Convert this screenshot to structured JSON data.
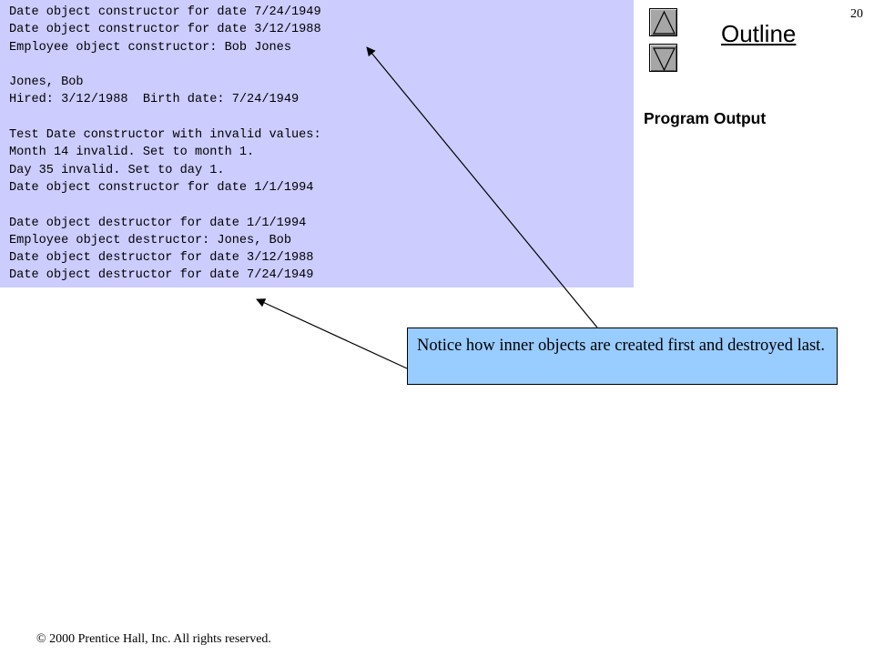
{
  "code_output": {
    "lines": [
      "Date object constructor for date 7/24/1949",
      "Date object constructor for date 3/12/1988",
      "Employee object constructor: Bob Jones",
      "",
      "Jones, Bob",
      "Hired: 3/12/1988  Birth date: 7/24/1949",
      "",
      "Test Date constructor with invalid values:",
      "Month 14 invalid. Set to month 1.",
      "Day 35 invalid. Set to day 1.",
      "Date object constructor for date 1/1/1994",
      "",
      "Date object destructor for date 1/1/1994",
      "Employee object destructor: Jones, Bob",
      "Date object destructor for date 3/12/1988",
      "Date object destructor for date 7/24/1949"
    ],
    "background_color": "#ccccff"
  },
  "navigation": {
    "previous_icon": "triangle-up-icon",
    "next_icon": "triangle-down-icon",
    "outline_label": "Outline"
  },
  "page_number": "20",
  "section_label": "Program Output",
  "callout": {
    "text": "Notice how inner objects are created first and destroyed last.",
    "background_color": "#99ccff"
  },
  "footer": {
    "copyright": "© 2000 Prentice Hall, Inc.  All rights reserved."
  }
}
